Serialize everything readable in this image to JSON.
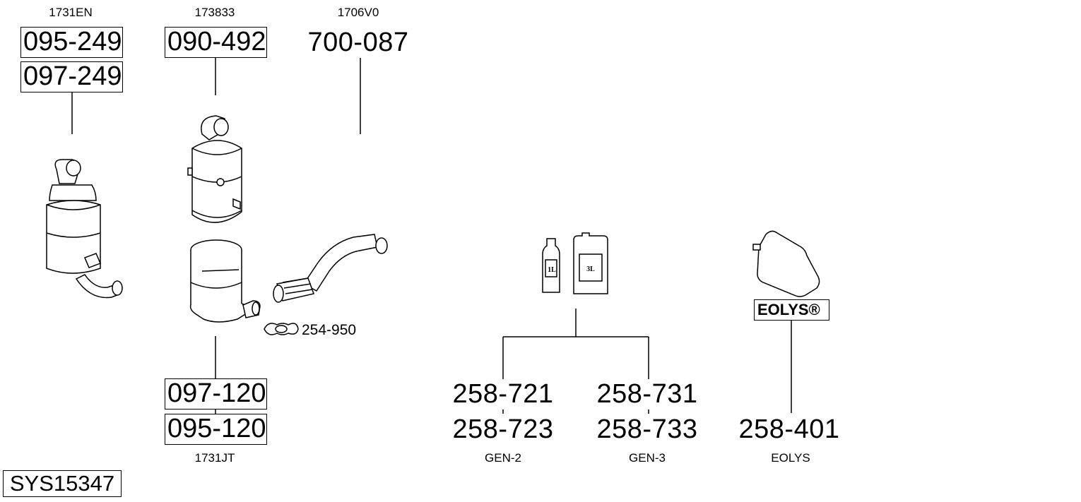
{
  "groups": [
    {
      "code": "1731EN",
      "boxes": [
        "095-249",
        "097-249"
      ]
    },
    {
      "code": "173833",
      "boxes": [
        "090-492"
      ]
    },
    {
      "code": "1706V0",
      "part": "700-087"
    },
    {
      "code": "1731JT",
      "boxes": [
        "097-120",
        "095-120"
      ]
    }
  ],
  "clamp": "254-950",
  "additives": [
    {
      "top": "258-721",
      "bottom": "258-723",
      "label": "GEN-2"
    },
    {
      "top": "258-731",
      "bottom": "258-733",
      "label": "GEN-3"
    }
  ],
  "bottle_labels": [
    "1L",
    "3L"
  ],
  "eolys": {
    "badge": "EOLYS®",
    "part": "258-401",
    "label": "EOLYS"
  },
  "system_id": "SYS15347"
}
